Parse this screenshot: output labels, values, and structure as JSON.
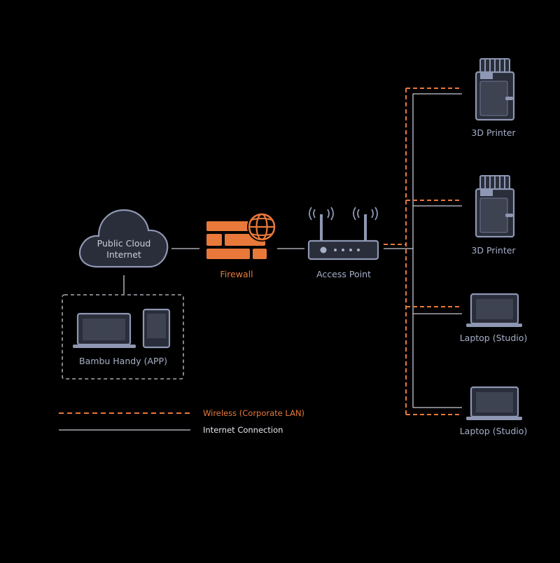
{
  "colors": {
    "background": "#000000",
    "device_stroke": "#8e97b3",
    "device_fill": "#2a2e3a",
    "wireless": "#e8793a",
    "internet_line": "#c8cbd3",
    "label": "#a7b0c8"
  },
  "nodes": {
    "cloud": {
      "line1": "Public Cloud",
      "line2": "Internet",
      "icon": "cloud-icon"
    },
    "firewall": {
      "label": "Firewall",
      "icon": "firewall-globe-icon"
    },
    "access_point": {
      "label": "Access Point",
      "icon": "router-icon"
    },
    "app_group": {
      "label": "Bambu Handy (APP)",
      "icons": [
        "laptop-icon",
        "phone-icon"
      ]
    },
    "devices": [
      {
        "label": "3D Printer",
        "icon": "printer-icon"
      },
      {
        "label": "3D Printer",
        "icon": "printer-icon"
      },
      {
        "label": "Laptop (Studio)",
        "icon": "laptop-icon"
      },
      {
        "label": "Laptop (Studio)",
        "icon": "laptop-icon"
      }
    ]
  },
  "legend": {
    "wireless": "Wireless (Corporate LAN)",
    "internet": "Internet Connection"
  }
}
